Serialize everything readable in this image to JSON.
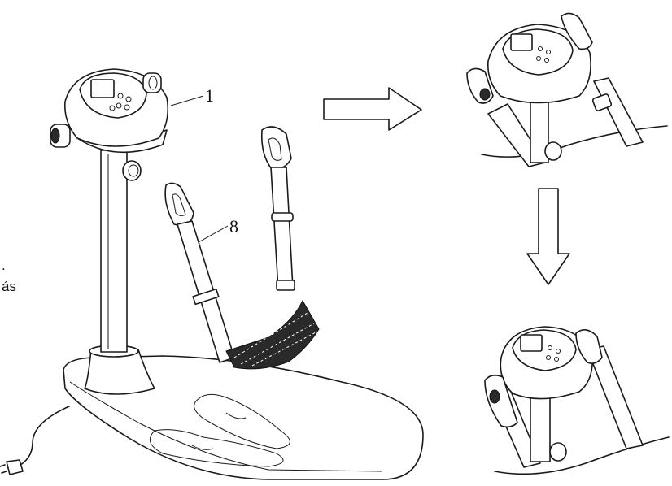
{
  "callouts": {
    "label_1": "1",
    "label_8": "8"
  },
  "cropped_text": {
    "line_1": ".",
    "line_2": "ás"
  },
  "arrows": {
    "right_arrow_icon": "arrow-right",
    "down_arrow_icon": "arrow-down"
  }
}
